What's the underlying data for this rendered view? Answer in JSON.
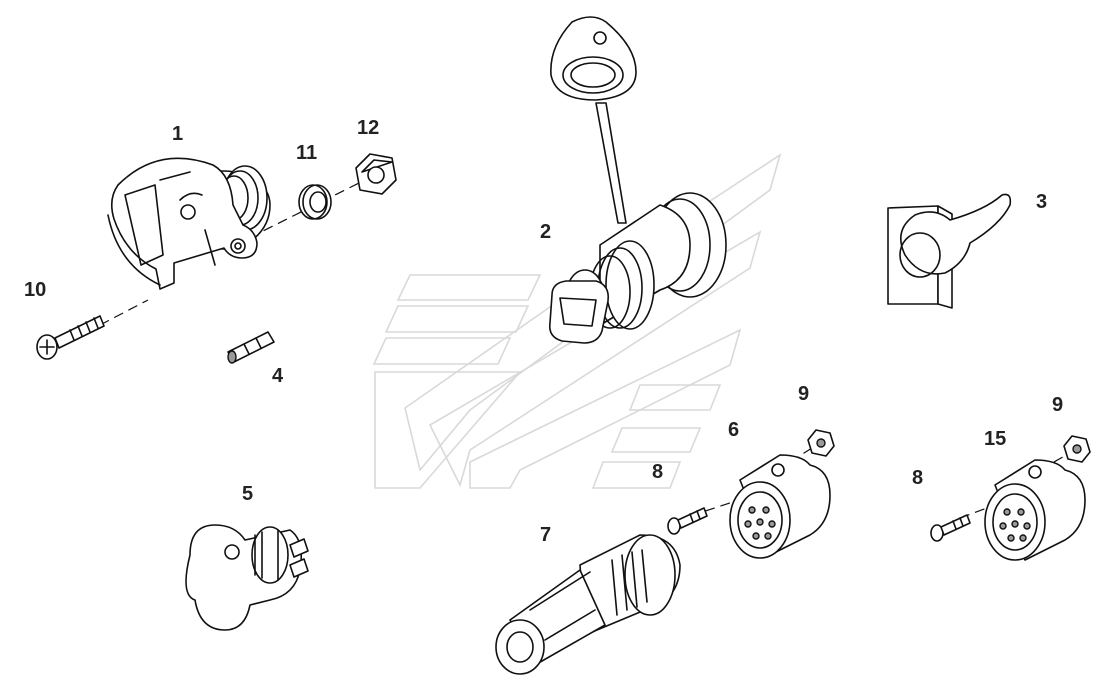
{
  "callouts": [
    {
      "id": "part-1",
      "text": "1"
    },
    {
      "id": "part-2",
      "text": "2"
    },
    {
      "id": "part-3",
      "text": "3"
    },
    {
      "id": "part-4",
      "text": "4"
    },
    {
      "id": "part-5",
      "text": "5"
    },
    {
      "id": "part-6",
      "text": "6"
    },
    {
      "id": "part-7",
      "text": "7"
    },
    {
      "id": "part-8a",
      "text": "8"
    },
    {
      "id": "part-8b",
      "text": "8"
    },
    {
      "id": "part-9a",
      "text": "9"
    },
    {
      "id": "part-9b",
      "text": "9"
    },
    {
      "id": "part-10",
      "text": "10"
    },
    {
      "id": "part-11",
      "text": "11"
    },
    {
      "id": "part-12",
      "text": "12"
    },
    {
      "id": "part-15",
      "text": "15"
    }
  ]
}
